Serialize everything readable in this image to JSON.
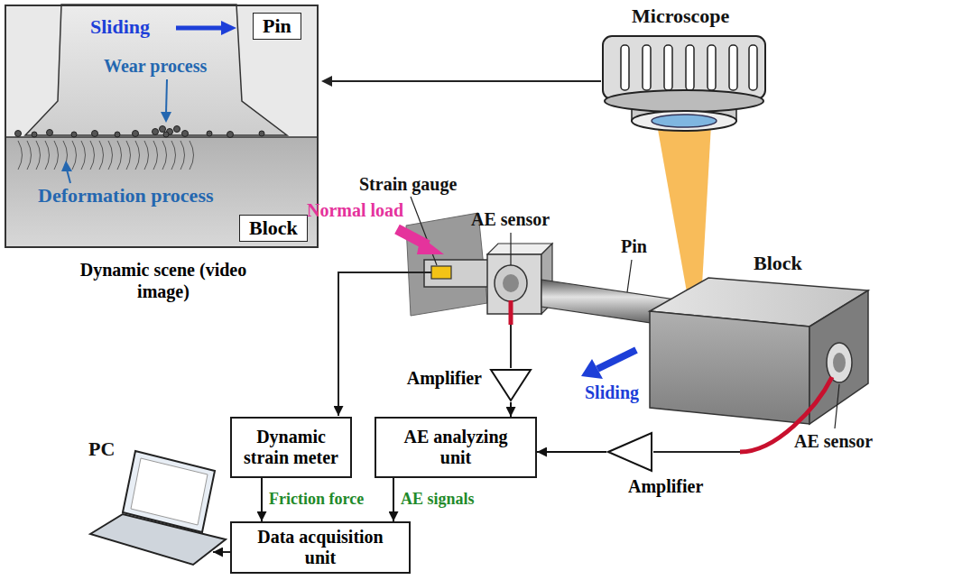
{
  "diagram": {
    "nodes": [
      {
        "text": [
          "Dynamic scene (video image)"
        ]
      },
      {
        "text": [
          "Pin"
        ],
        "in": 0
      },
      {
        "text": [
          "Block"
        ],
        "in": 0
      },
      {
        "text": [
          "Amplifier"
        ]
      },
      {
        "text": [
          "Dynamic strain meter"
        ]
      },
      {
        "text": [
          "AE analyzing unit"
        ]
      },
      {
        "text": [
          "Amplifier"
        ]
      },
      {
        "text": [
          "Data acquisition unit"
        ]
      }
    ],
    "edges": [
      {
        "from": 3,
        "to": 5,
        "arrow": "to"
      },
      {
        "from": 6,
        "to": 5,
        "arrow": "to"
      },
      {
        "from": 4,
        "to": 7,
        "label": "Friction force",
        "arrow": "to"
      },
      {
        "from": 5,
        "to": 7,
        "label": "AE signals",
        "arrow": "to"
      }
    ],
    "labels": [
      "Sliding",
      "Wear process",
      "Deformation process",
      "Microscope",
      "Strain gauge",
      "AE sensor",
      "Normal load",
      "Pin",
      "Block",
      "Sliding",
      "AE sensor",
      "PC"
    ]
  }
}
